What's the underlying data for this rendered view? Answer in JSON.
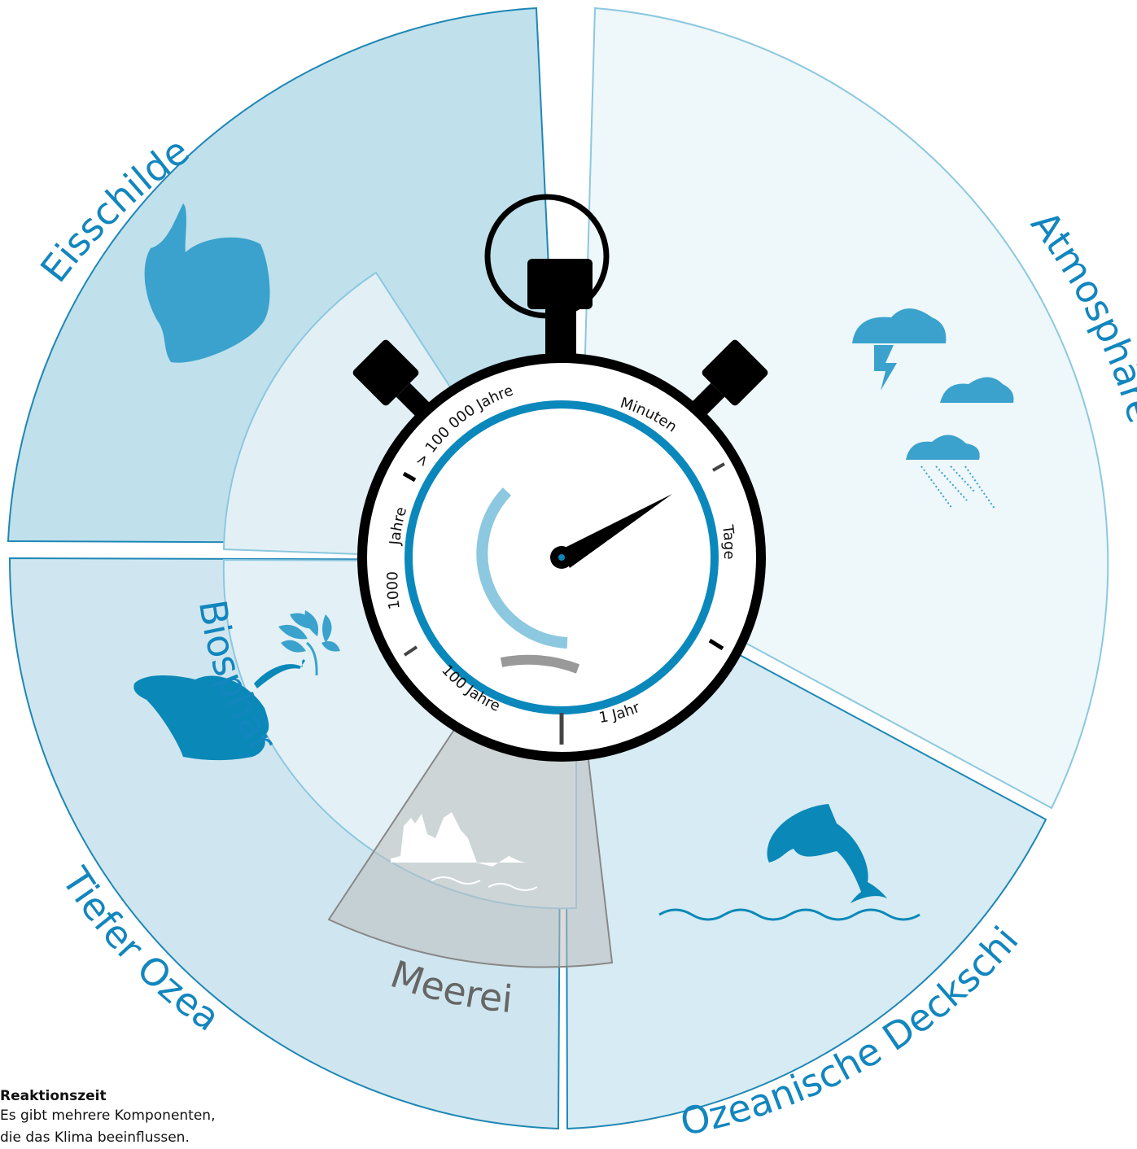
{
  "colors": {
    "eisschilde_fill": "#c0e0ec",
    "atmosphaere_fill": "#eef7fa",
    "ozean_fill": "#d6ebf3",
    "tiefer_ozean_fill": "#cfe6f0",
    "biosphaere_fill": "#e3f1f7",
    "eisschilde_inner_fill": "#e2f0f6",
    "meereis_fill": "#bdbdbd",
    "segment_stroke": "#1f87b5",
    "label_blue": "#1286be",
    "label_gray": "#666666",
    "icon_blue": "#3aa2cc",
    "icon_dark_blue": "#0a88b8",
    "light_arc": "#8cc8df",
    "dial_ring": "#0b88bb",
    "watch_black": "#000000"
  },
  "icons": {
    "antarctica": "antarctica-icon",
    "storm_cloud": "thunder-cloud-icon",
    "cloud": "cloud-icon",
    "rain_cloud": "rain-cloud-icon",
    "dolphin": "dolphin-icon",
    "anglerfish": "anglerfish-icon",
    "leaves": "leaf-icon",
    "iceberg": "iceberg-icon",
    "stopwatch": "stopwatch-icon"
  },
  "segments": {
    "eisschilde": "Eisschilde",
    "atmosphaere": "Atmosphäre",
    "ozeanische_deckschicht": "Ozeanische Deckschicht",
    "tiefer_ozean": "Tiefer Ozean",
    "biosphaere": "Biosphäre",
    "meereis": "Meereis"
  },
  "dial": {
    "minuten": "Minuten",
    "tage": "Tage",
    "ein_jahr": "1 Jahr",
    "hundert_jahre": "100 Jahre",
    "tausend": "1000",
    "jahre": "Jahre",
    "hunderttausend_jahre": "> 100 000 Jahre"
  },
  "caption": {
    "title": "Reaktionszeit",
    "line1": "Es gibt mehrere Komponenten,",
    "line2": "die das Klima beeinflussen."
  }
}
